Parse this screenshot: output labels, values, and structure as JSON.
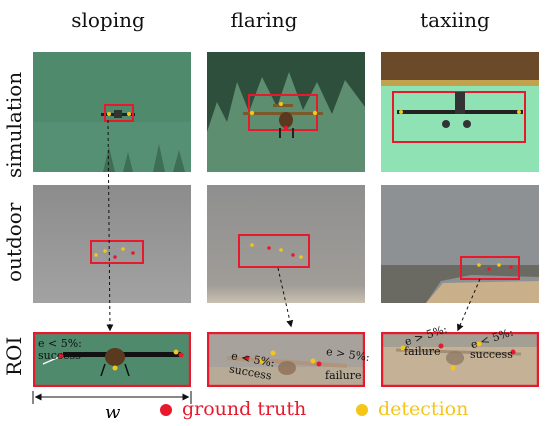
{
  "columns": [
    "sloping",
    "flaring",
    "taxiing"
  ],
  "rows": [
    "simulation",
    "outdoor",
    "ROI"
  ],
  "roi_labels": {
    "sloping": {
      "criterion": "e < 5%:",
      "result": "success"
    },
    "flaring": {
      "left_criterion": "e < 5%:",
      "left_result": "success",
      "right_criterion": "e > 5%:",
      "right_result": "failure"
    },
    "taxiing": {
      "left_criterion": "e > 5%:",
      "left_result": "failure",
      "right_criterion": "e < 5%:",
      "right_result": "success"
    }
  },
  "width_label": "w",
  "legend": {
    "ground_truth": "ground truth",
    "detection": "detection"
  },
  "colors": {
    "ground_truth": "#e8192c",
    "detection": "#f5c518",
    "box": "#e8192c"
  }
}
